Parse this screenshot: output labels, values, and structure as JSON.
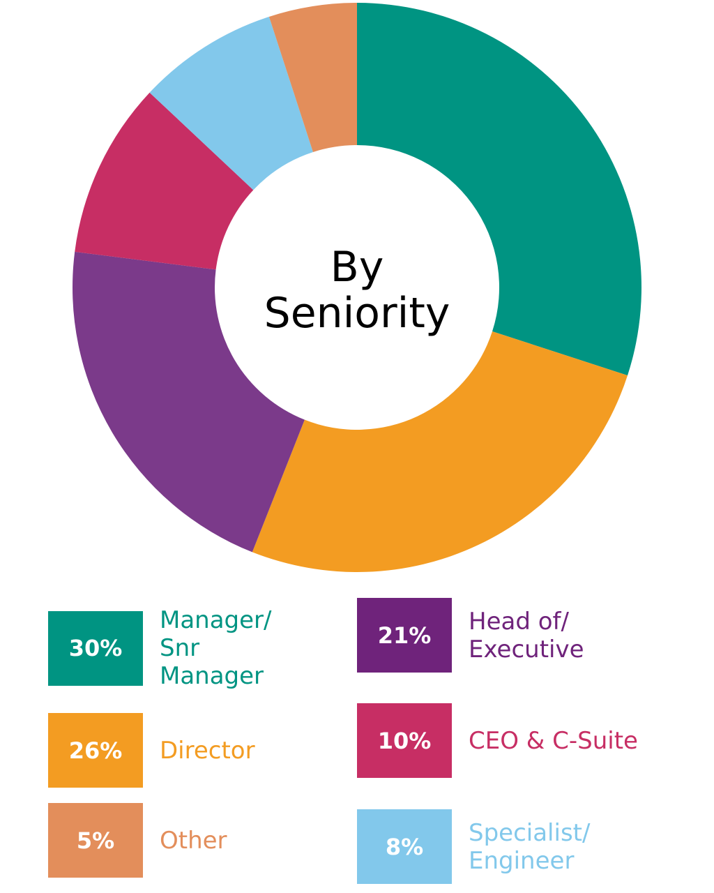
{
  "chart_data": {
    "type": "pie",
    "variant": "donut",
    "title": "By Seniority",
    "center_label": [
      "By",
      "Seniority"
    ],
    "categories": [
      "Manager/ Snr Manager",
      "Director",
      "Head of/ Executive",
      "CEO & C-Suite",
      "Specialist/ Engineer",
      "Other"
    ],
    "values": [
      30,
      26,
      21,
      10,
      8,
      5
    ],
    "unit": "%",
    "colors": [
      "#009482",
      "#F39C22",
      "#7B3A8A",
      "#C72E64",
      "#82C8EB",
      "#E38E5B"
    ],
    "start_angle": "12 o'clock",
    "direction": "clockwise",
    "legend_position": "bottom"
  },
  "legend": {
    "left": [
      {
        "pct": "30%",
        "label": "Manager/\nSnr\nManager",
        "color": "#009482"
      },
      {
        "pct": "26%",
        "label": "Director",
        "color": "#F39C22"
      },
      {
        "pct": "5%",
        "label": "Other",
        "color": "#E38E5B"
      }
    ],
    "right": [
      {
        "pct": "21%",
        "label": "Head of/\nExecutive",
        "color": "#6F237B"
      },
      {
        "pct": "10%",
        "label": "CEO & C-Suite",
        "color": "#C72E64"
      },
      {
        "pct": "8%",
        "label": "Specialist/\nEngineer",
        "color": "#82C8EB"
      }
    ]
  },
  "center": {
    "line1": "By",
    "line2": "Seniority"
  }
}
